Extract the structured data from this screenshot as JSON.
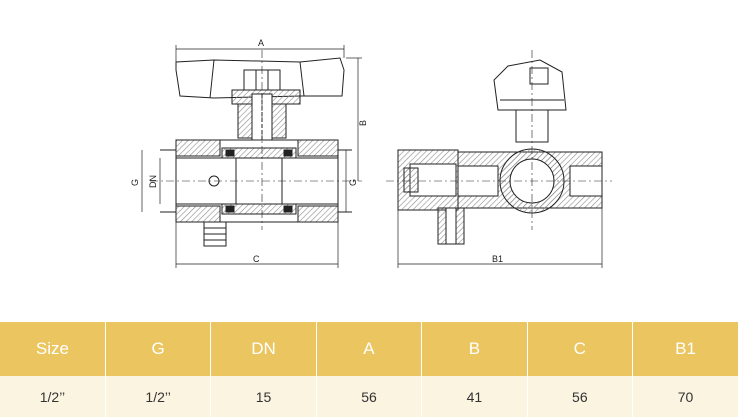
{
  "drawing": {
    "labels": {
      "a": "A",
      "b": "B",
      "c": "C",
      "g_left": "G",
      "dn": "DN",
      "g_right": "G",
      "b1": "B1"
    }
  },
  "table": {
    "headers": [
      "Size",
      "G",
      "DN",
      "A",
      "B",
      "C",
      "B1"
    ],
    "row": [
      "1/2’’",
      "1/2’’",
      "15",
      "56",
      "41",
      "56",
      "70"
    ]
  },
  "colors": {
    "header_bg": "#eac560",
    "row_bg": "#fbf4e1",
    "hatch": "#9a9a9a"
  }
}
